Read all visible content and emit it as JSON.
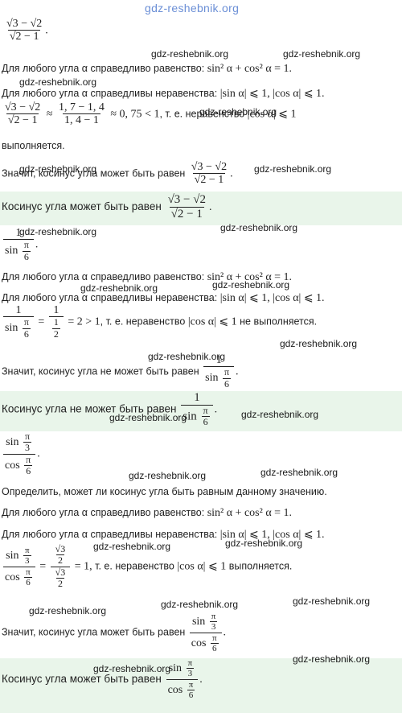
{
  "watermark": "gdz-reshebnik.org",
  "phrases": {
    "identity_prefix": "Для любого угла α справедливо равенство:",
    "identity_formula": "sin² α + cos² α = 1.",
    "ineq_prefix": "Для любого угла α справедливы неравенства:",
    "ineq_formula": "|sin α| ⩽ 1, |cos α| ⩽ 1.",
    "te_ineq": "т. е. неравенство",
    "cos_abs": "|cos α| ⩽ 1",
    "holds": "выполняется.",
    "not_holds": "не выполняется.",
    "can_be": "Значит, косинус угла может быть равен",
    "cannot_be": "Значит, косинус угла не может быть равен",
    "answer_can": "Косинус угла может быть равен",
    "answer_cannot": "Косинус угла не может быть равен",
    "determine": "Определить, может ли косинус угла быть равным данному значению."
  },
  "math": {
    "sqrt3": "√3",
    "sqrt2": "√2",
    "minus": "−",
    "one": "1",
    "two": "2",
    "three": "3",
    "six": "6",
    "pi": "π",
    "sin": "sin",
    "cos": "cos",
    "approx": "≈",
    "eq": "=",
    "gt": ">",
    "lt": "<",
    "dot": ".",
    "num_approx": "1, 7 − 1, 4",
    "den_approx": "1, 4 − 1",
    "val_075": "≈ 0, 75",
    "val_2": "= 2",
    "val_1": "= 1,"
  }
}
